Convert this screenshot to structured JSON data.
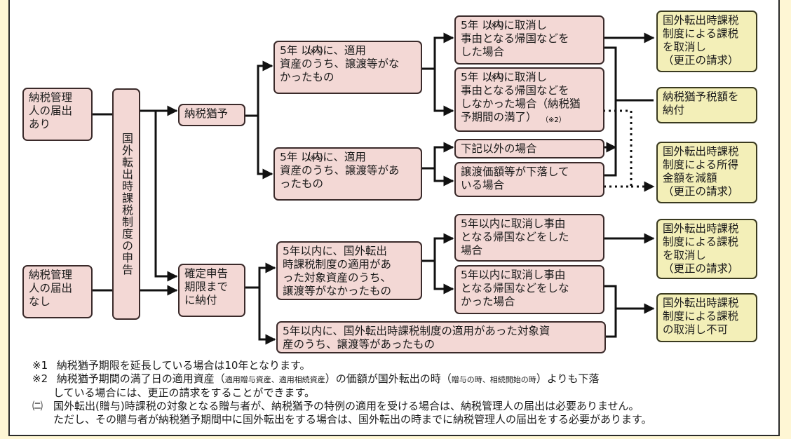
{
  "boxes": {
    "notify_yes": "納税管理\n人の届出\nあり",
    "notify_no": "納税管理\n人の届出\nなし",
    "declaration": "国外転出時課税制度の申告",
    "deferral": "納税猶予",
    "pay_by_deadline": "確定申告\n期限まで\nに納付",
    "no_transfer_5yr": "5年 以内に、適用\n資産のうち、譲渡等がな\nかったもの",
    "transfer_5yr": "5年 以内に、適用\n資産のうち、譲渡等があ\nったもの",
    "cancel_return": "5年 以内に取消し\n事由となる帰国などを\nした場合",
    "no_cancel_return": "5年 以内に取消し\n事由となる帰国などを\nしなかった場合（納税猶\n予期間の満了）",
    "other_case": "下記以外の場合",
    "price_drop": "譲渡価額等が下落して\nいる場合",
    "no_transfer_applied": "5年以内に、国外転出\n時課税制度の適用があ\nった対象資産のうち、\n譲渡等がなかったもの",
    "cancel_return_2": "5年以内に取消し事由\nとなる帰国などをした\n場合",
    "no_cancel_return_2": "5年以内に取消し事由\nとなる帰国などをしな\nかった場合",
    "transfer_applied": "5年以内に、国外転出時課税制度の適用があった対象資\n産のうち、譲渡等があったもの",
    "res_cancel_1": "国外転出時課税\n制度による課税\nを取消し\n（更正の請求）",
    "res_pay": "納税猶予税額を\n納付",
    "res_reduce": "国外転出時課税\n制度による所得\n金額を減額\n（更正の請求）",
    "res_cancel_2": "国外転出時課税\n制度による課税\nを取消し\n（更正の請求）",
    "res_no_cancel": "国外転出時課税\n制度による課税\nの取消し不可"
  },
  "sup": {
    "n1": "（※1）",
    "n2": "（※2）"
  },
  "notes": {
    "n1_mark": "※1",
    "n1_text": "納税猶予期限を延長している場合は10年となります。",
    "n2_mark": "※2",
    "n2_a": "納税猶予期間の満了日の適用資産（",
    "n2_b": "適用贈与資産、適用相続資産",
    "n2_c": "）の価額が国外転出の時（",
    "n2_d": "贈与の時、相続開始の時",
    "n2_e": "）よりも下落",
    "n2_line2": "している場合には、更正の請求をすることができます。",
    "n3_mark": "㈡",
    "n3_line1": "国外転出(贈与)時課税の対象となる贈与者が、納税猶予の特例の適用を受ける場合は、納税管理人の届出は必要ありません。",
    "n3_line2": "ただし、その贈与者が納税猶予期間中に国外転出をする場合は、国外転出の時までに納税管理人の届出をする必要があります。"
  },
  "colors": {
    "box_fill": "#f3d8d5",
    "result_fill": "#f3efb8",
    "page_bg": "#fef6d4"
  }
}
